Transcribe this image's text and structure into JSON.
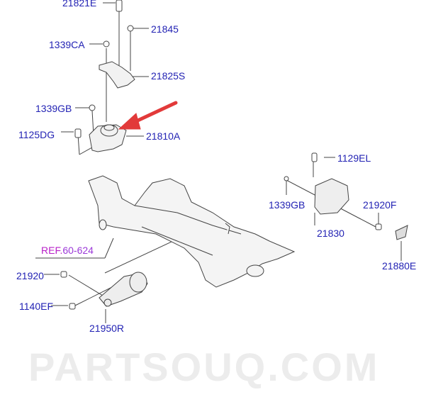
{
  "diagram": {
    "watermark": "PARTSOUQ.COM",
    "labels": [
      {
        "id": "21821E",
        "text": "21821E"
      },
      {
        "id": "21845",
        "text": "21845"
      },
      {
        "id": "1339CA",
        "text": "1339CA"
      },
      {
        "id": "21825S",
        "text": "21825S"
      },
      {
        "id": "1339GB-top",
        "text": "1339GB"
      },
      {
        "id": "1125DG",
        "text": "1125DG"
      },
      {
        "id": "21810A",
        "text": "21810A"
      },
      {
        "id": "1129EL",
        "text": "1129EL"
      },
      {
        "id": "1339GB-right",
        "text": "1339GB"
      },
      {
        "id": "21920F",
        "text": "21920F"
      },
      {
        "id": "21830",
        "text": "21830"
      },
      {
        "id": "21920",
        "text": "21920"
      },
      {
        "id": "21880E",
        "text": "21880E"
      },
      {
        "id": "1140EF",
        "text": "1140EF"
      },
      {
        "id": "21950R",
        "text": "21950R"
      }
    ],
    "reference": {
      "prefix": "REF.",
      "number": "60-624"
    },
    "colors": {
      "label": "#2323b4",
      "reference": "#b81fc8",
      "arrow": "#e23a3a",
      "line": "#444444"
    }
  }
}
